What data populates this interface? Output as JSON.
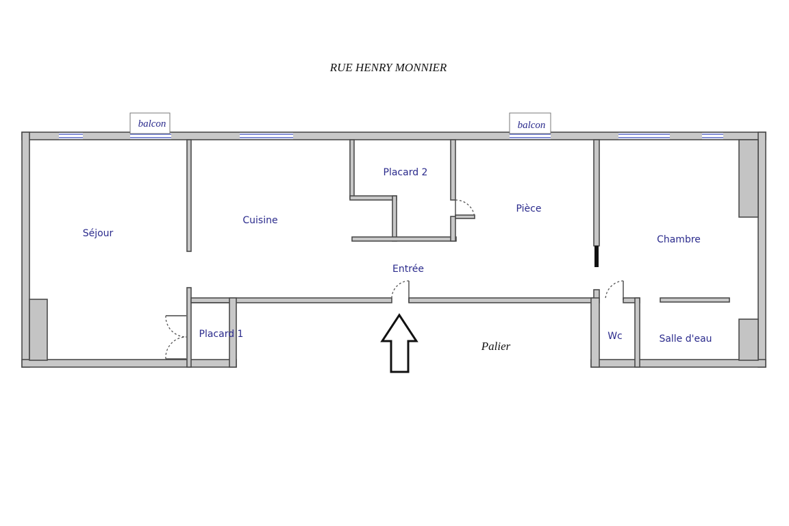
{
  "street": "RUE HENRY MONNIER",
  "rooms": {
    "sejour": "Séjour",
    "cuisine": "Cuisine",
    "placard2": "Placard 2",
    "piece": "Pièce",
    "chambre": "Chambre",
    "entree": "Entrée",
    "placard1": "Placard 1",
    "wc": "Wc",
    "salle_deau": "Salle d'eau"
  },
  "balcony_left": "balcon",
  "balcony_right": "balcon",
  "landing": "Palier",
  "colors": {
    "wall": "#c8c8c8",
    "outline": "#4a4a4a",
    "window": "#5a68c8",
    "label": "#2a2a8c"
  },
  "icons": {
    "entrance": "up-arrow-icon"
  }
}
